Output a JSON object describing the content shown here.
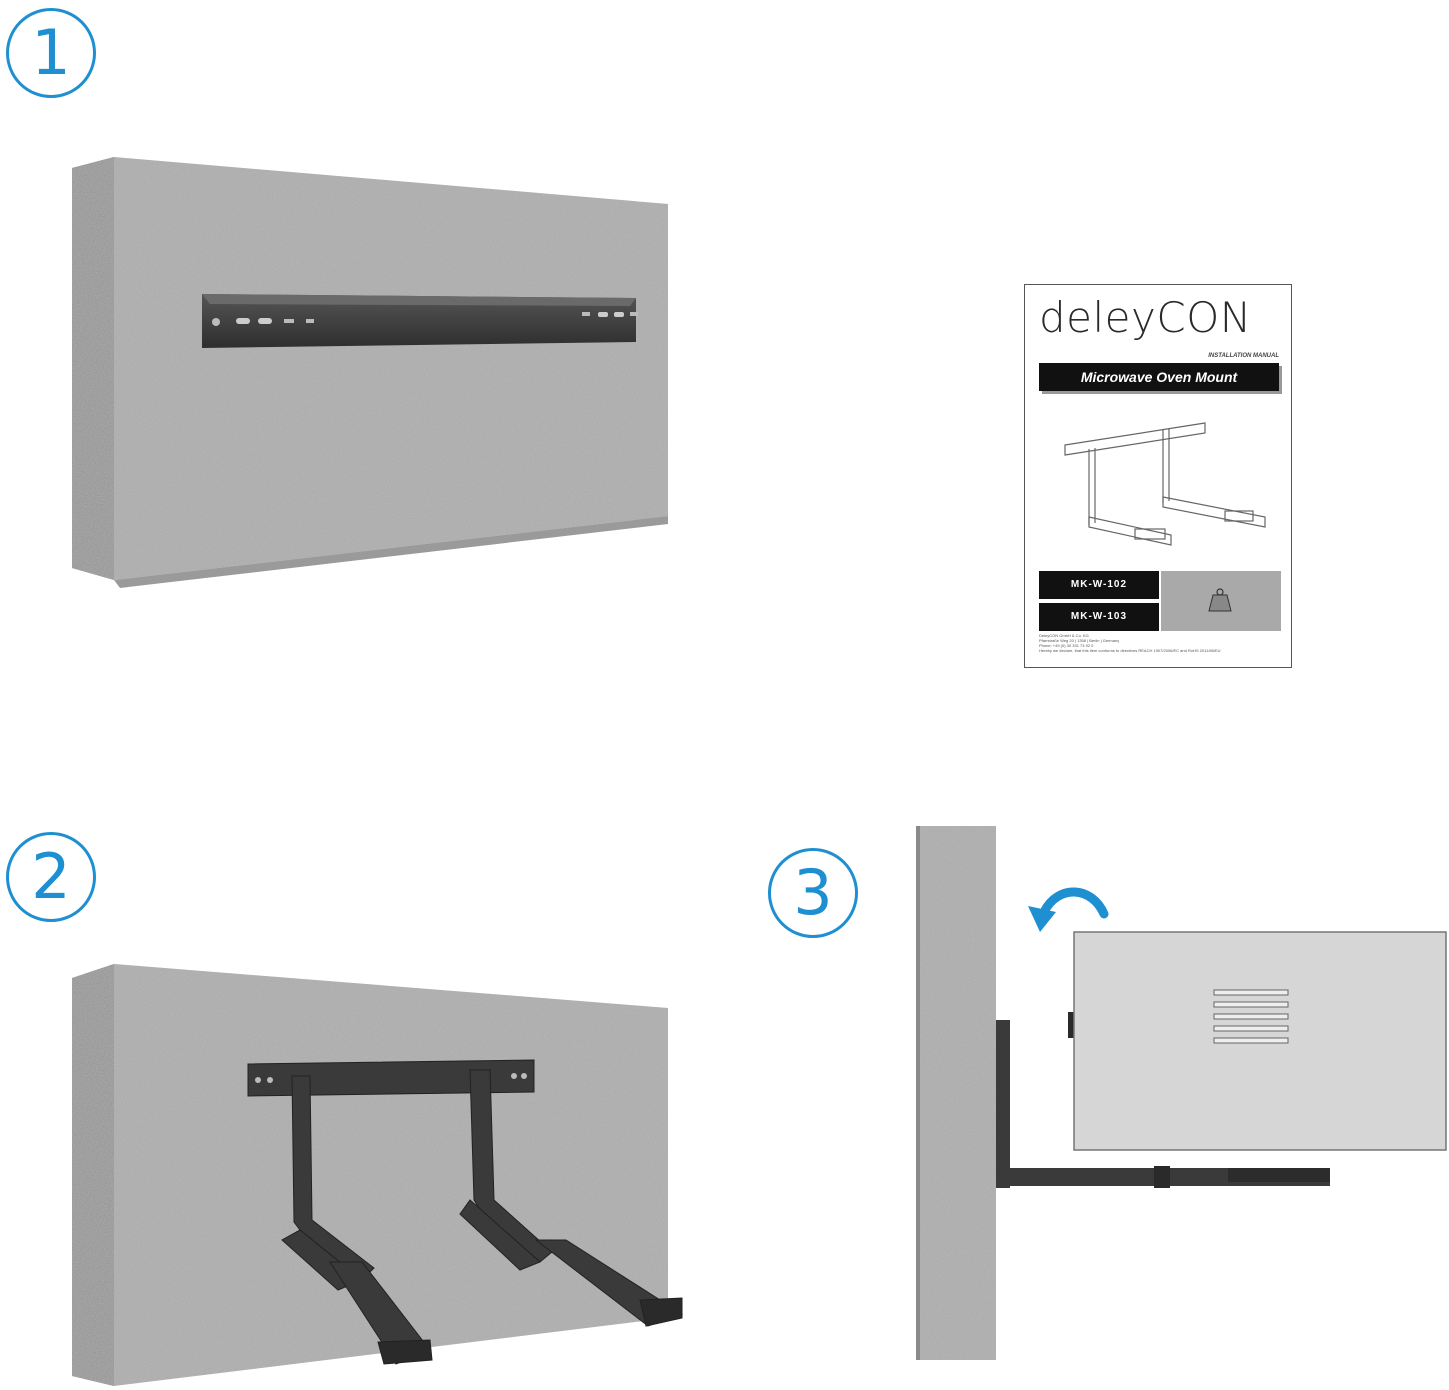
{
  "steps": [
    {
      "number": "1"
    },
    {
      "number": "2"
    },
    {
      "number": "3"
    }
  ],
  "manual": {
    "brand": "deleyCON",
    "subtitle": "INSTALLATION MANUAL",
    "title": "Microwave Oven Mount",
    "models": [
      "MK-W-102",
      "MK-W-103"
    ],
    "footer_line1": "DeleyCON GmbH & Co. KG",
    "footer_line2": "Pfarrstraße Weg 20 | 1358 | Berlin | Germany",
    "footer_line3": "Phone: +49 (0) 30 331 73 92 0",
    "footer_line4": "Hereby we declare, that this item conforms to directives REACH 1907/2006/EC and RoHS 2011/65/EU"
  },
  "icons": {
    "rotate_arrow": "curved-arrow-icon",
    "weight": "weight-icon"
  },
  "colors": {
    "accent": "#1e8fd0",
    "wall": "#a6a6a6",
    "bracket": "#3a3a3a"
  }
}
